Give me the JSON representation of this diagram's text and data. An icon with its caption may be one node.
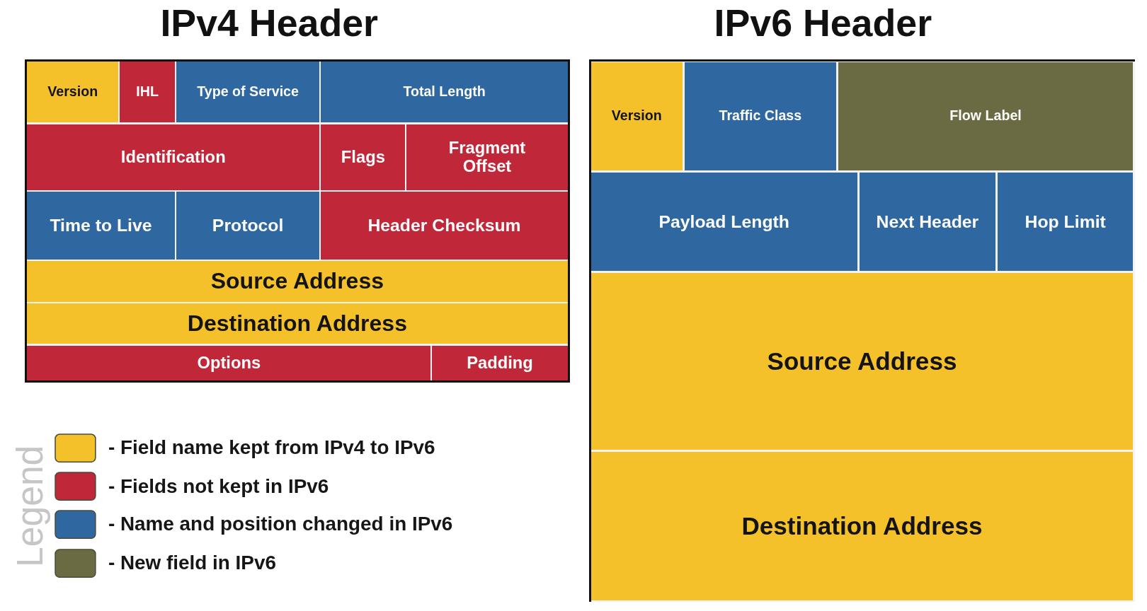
{
  "diagram": {
    "nodes": [
      {
        "text": [
          "IPv4 Header"
        ]
      },
      {
        "text": [
          "Version"
        ],
        "in": 0
      },
      {
        "text": [
          "IHL"
        ],
        "in": 0
      },
      {
        "text": [
          "Type of Service"
        ],
        "in": 0
      },
      {
        "text": [
          "Total Length"
        ],
        "in": 0
      },
      {
        "text": [
          "Identification"
        ],
        "in": 0
      },
      {
        "text": [
          "Flags"
        ],
        "in": 0
      },
      {
        "text": [
          "Fragment Offset"
        ],
        "in": 0
      },
      {
        "text": [
          "Time to Live"
        ],
        "in": 0
      },
      {
        "text": [
          "Protocol"
        ],
        "in": 0
      },
      {
        "text": [
          "Header Checksum"
        ],
        "in": 0
      },
      {
        "text": [
          "Source Address"
        ],
        "in": 0
      },
      {
        "text": [
          "Destination Address"
        ],
        "in": 0
      },
      {
        "text": [
          "Options"
        ],
        "in": 0
      },
      {
        "text": [
          "Padding"
        ],
        "in": 0
      },
      {
        "text": [
          "IPv6 Header"
        ]
      },
      {
        "text": [
          "Version"
        ],
        "in": 15
      },
      {
        "text": [
          "Traffic Class"
        ],
        "in": 15
      },
      {
        "text": [
          "Flow Label"
        ],
        "in": 15
      },
      {
        "text": [
          "Payload Length"
        ],
        "in": 15
      },
      {
        "text": [
          "Next Header"
        ],
        "in": 15
      },
      {
        "text": [
          "Hop Limit"
        ],
        "in": 15
      },
      {
        "text": [
          "Source Address"
        ],
        "in": 15
      },
      {
        "text": [
          "Destination Address"
        ],
        "in": 15
      }
    ],
    "labels": [
      "Legend"
    ],
    "legend": [
      {
        "text": "- Field name kept from IPv4 to IPv6",
        "color": "#f5c12b"
      },
      {
        "text": "- Fields not kept in IPv6",
        "color": "#c0283a"
      },
      {
        "text": "- Name and position changed in IPv6",
        "color": "#2f67a0"
      },
      {
        "text": "- New field in IPv6",
        "color": "#6b6b43"
      }
    ]
  }
}
